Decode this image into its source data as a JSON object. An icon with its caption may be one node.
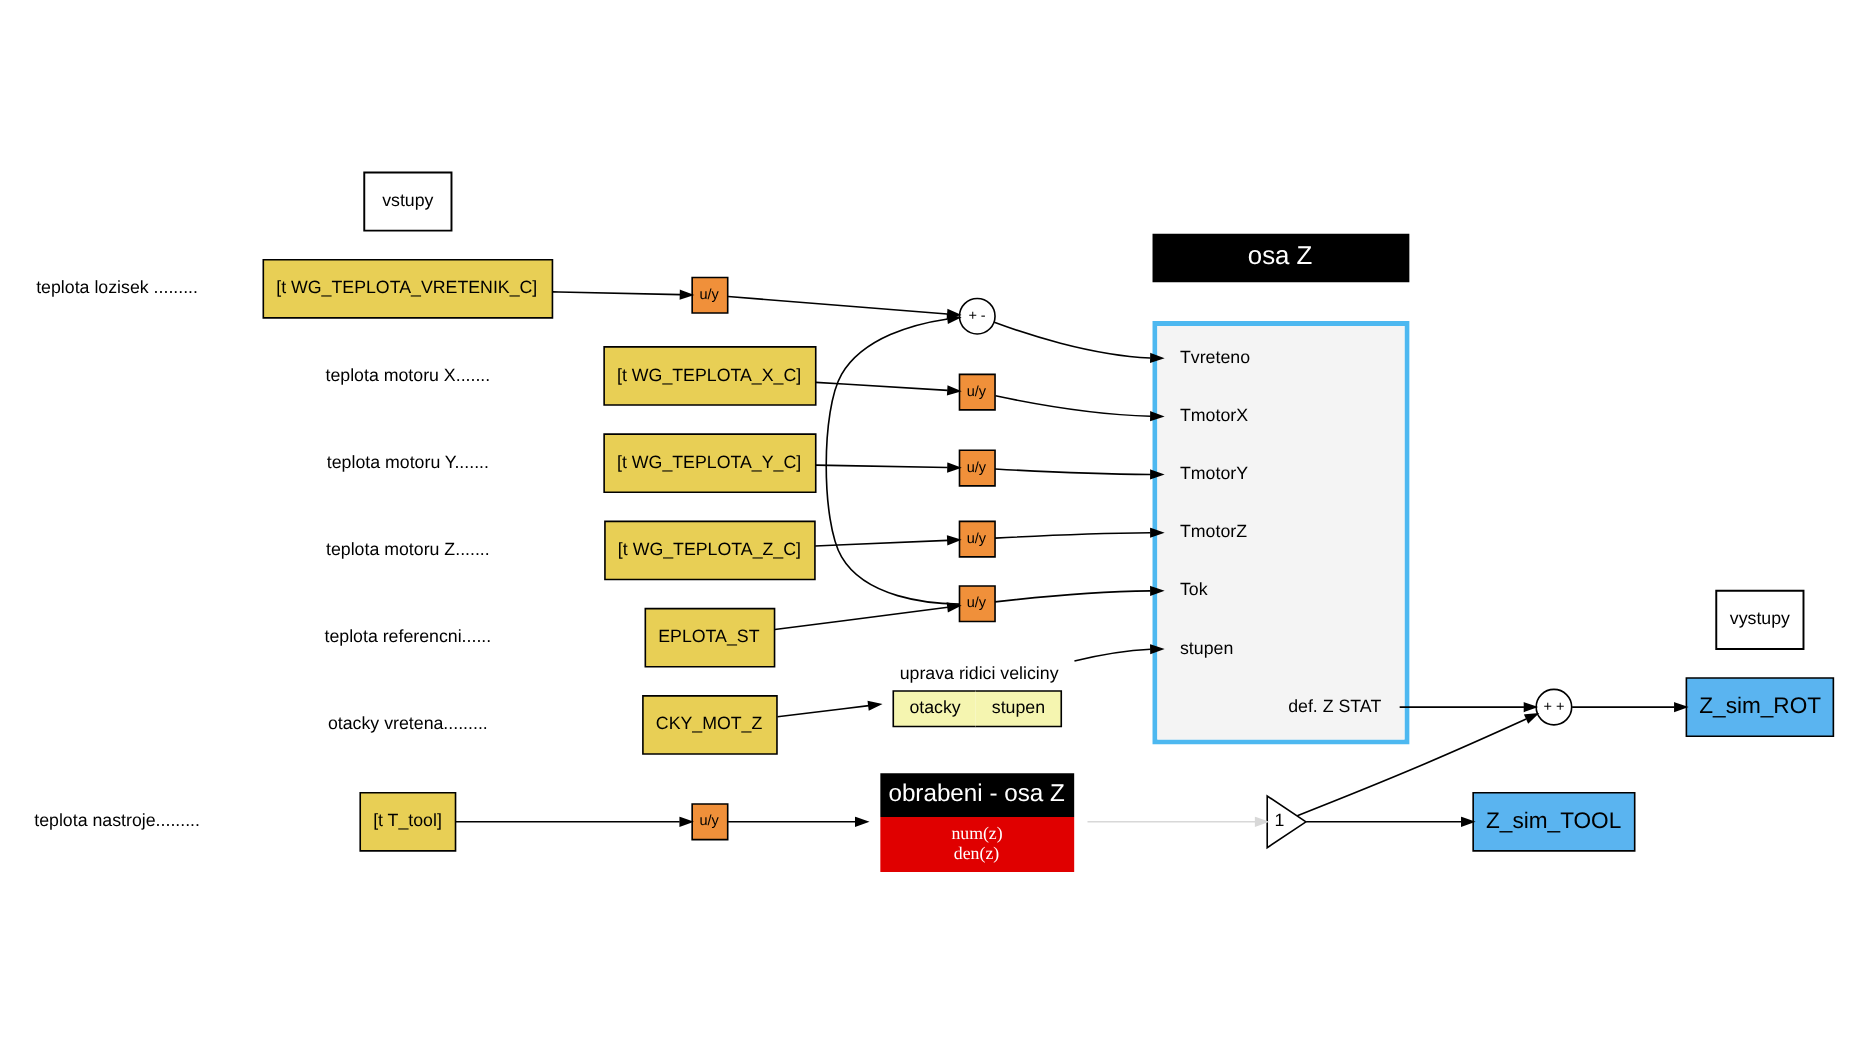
{
  "diagram": {
    "nodes": [
      {
        "text": [
          "[t WG_TEPLOTA_VRETENIK_C]"
        ]
      },
      {
        "text": [
          "u/y"
        ]
      },
      {
        "text": [
          "+ -"
        ]
      },
      {
        "text": [
          "osa Z",
          "Tvreteno",
          "TmotorX",
          "TmotorY",
          "TmotorZ",
          "Tok",
          "stupen",
          "def. Z STAT"
        ]
      },
      {
        "text": [
          "[t WG_TEPLOTA_X_C]"
        ]
      },
      {
        "text": [
          "u/y"
        ]
      },
      {
        "text": [
          "[t WG_TEPLOTA_Y_C]"
        ]
      },
      {
        "text": [
          "u/y"
        ]
      },
      {
        "text": [
          "[t WG_TEPLOTA_Z_C]"
        ]
      },
      {
        "text": [
          "u/y"
        ]
      },
      {
        "text": [
          "EPLOTA_ST"
        ]
      },
      {
        "text": [
          "u/y"
        ]
      },
      {
        "text": [
          "CKY_MOT_Z"
        ]
      },
      {
        "text": [
          "uprava ridici veliciny",
          "otacky",
          "stupen"
        ]
      },
      {
        "text": [
          "+ +"
        ]
      },
      {
        "text": [
          "Z_sim_ROT"
        ]
      },
      {
        "text": [
          "[t T_tool]"
        ]
      },
      {
        "text": [
          "u/y"
        ]
      },
      {
        "text": [
          "obrabeni - osa Z",
          "num(z)",
          "den(z)"
        ]
      },
      {
        "text": [
          "1"
        ]
      },
      {
        "text": [
          "Z_sim_TOOL"
        ]
      }
    ],
    "edges": [
      {
        "from": 0,
        "to": 1,
        "arrow": "to"
      },
      {
        "from": 1,
        "to": 2,
        "arrow": "to"
      },
      {
        "from": 2,
        "to": 3,
        "arrow": "to"
      },
      {
        "from": 4,
        "to": 5,
        "arrow": "to"
      },
      {
        "from": 5,
        "to": 3,
        "arrow": "to"
      },
      {
        "from": 6,
        "to": 7,
        "arrow": "to"
      },
      {
        "from": 7,
        "to": 3,
        "arrow": "to"
      },
      {
        "from": 8,
        "to": 9,
        "arrow": "to"
      },
      {
        "from": 9,
        "to": 3,
        "arrow": "to"
      },
      {
        "from": 10,
        "to": 11,
        "arrow": "to"
      },
      {
        "from": 11,
        "to": 3,
        "arrow": "to"
      },
      {
        "from": 11,
        "to": 2,
        "arrow": "to"
      },
      {
        "from": 12,
        "to": 13,
        "arrow": "to"
      },
      {
        "from": 13,
        "to": 3,
        "arrow": "to"
      },
      {
        "from": 3,
        "to": 14,
        "arrow": "to"
      },
      {
        "from": 14,
        "to": 15,
        "arrow": "to"
      },
      {
        "from": 16,
        "to": 17,
        "arrow": "to"
      },
      {
        "from": 17,
        "to": 18,
        "arrow": "to"
      },
      {
        "from": 18,
        "to": 19,
        "arrow": "to",
        "color": "#d8d8d8"
      },
      {
        "from": 19,
        "to": 20,
        "arrow": "to"
      },
      {
        "from": 19,
        "to": 14,
        "arrow": "to"
      }
    ],
    "labels": [
      "vstupy",
      "vystupy",
      "teplota lozisek .........",
      "teplota motoru X.......",
      "teplota motoru Y.......",
      "teplota motoru Z.......",
      "teplota referencni......",
      "otacky vretena.........",
      "teplota nastroje........."
    ]
  }
}
